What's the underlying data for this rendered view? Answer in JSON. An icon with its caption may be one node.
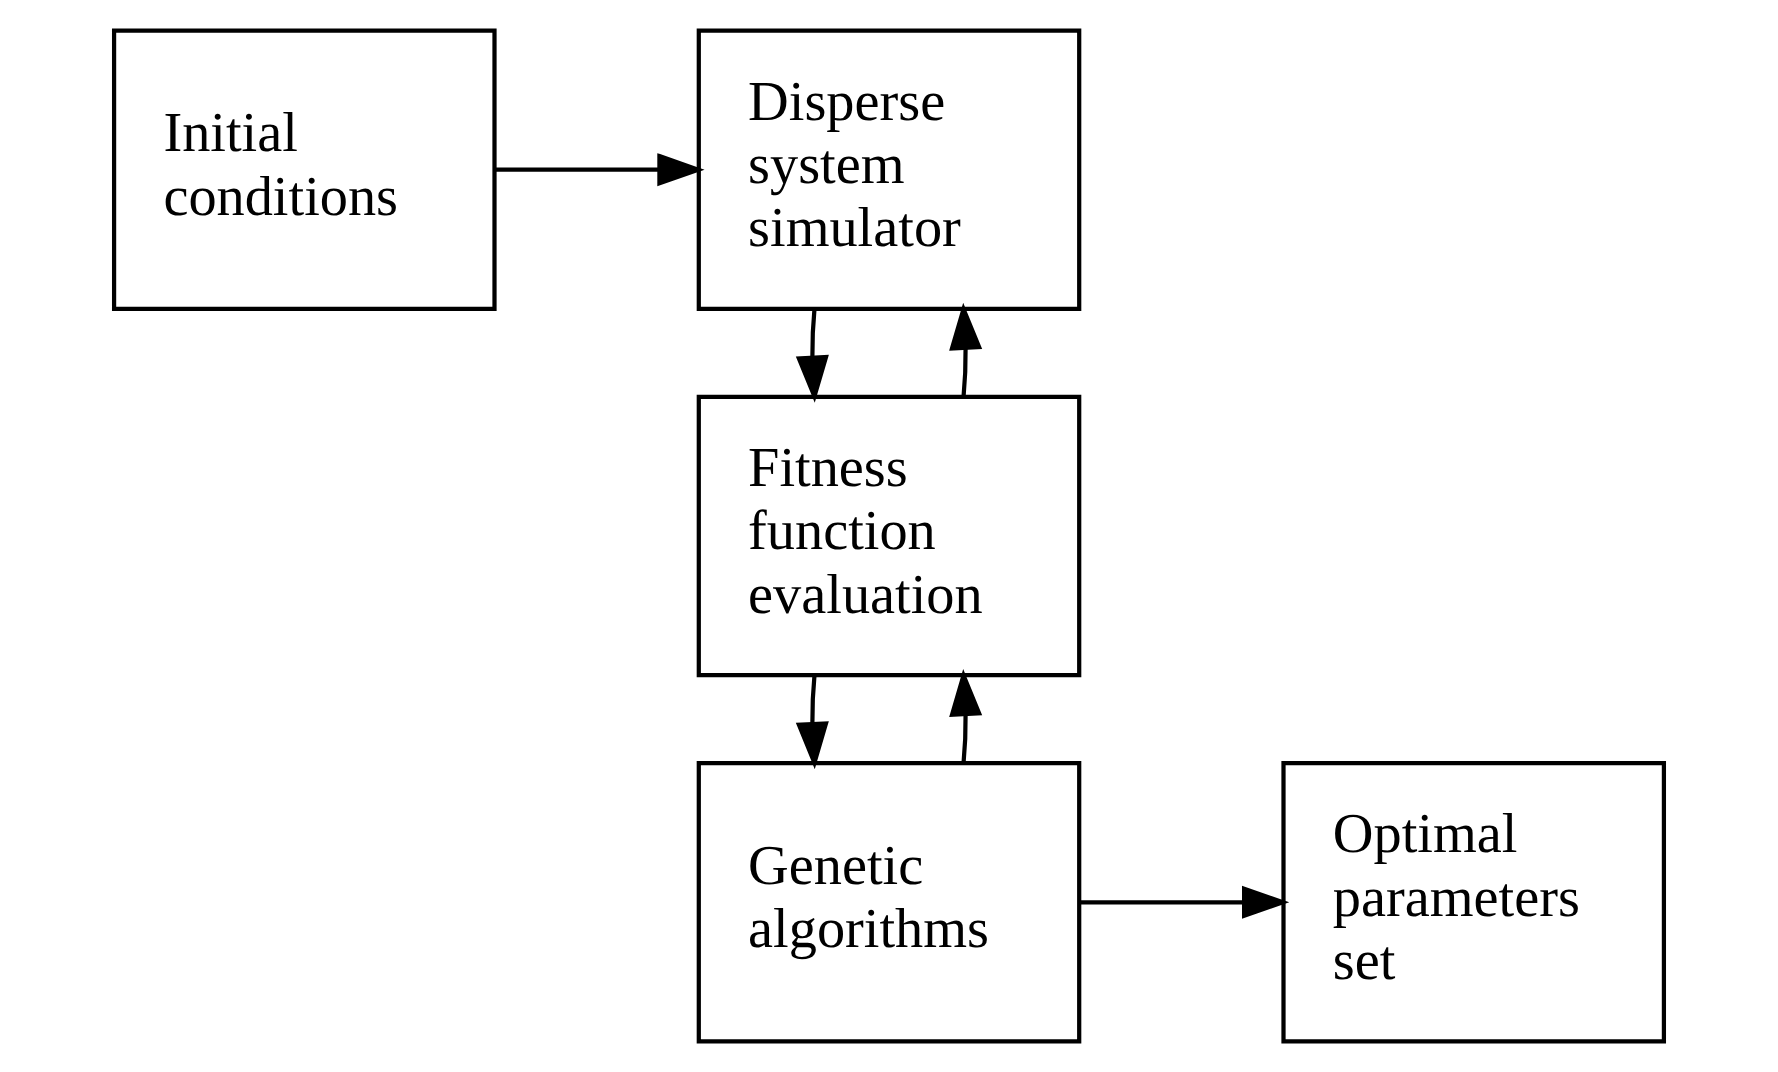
{
  "diagram": {
    "nodes": [
      {
        "text": [
          "Initial conditions"
        ]
      },
      {
        "text": [
          "Disperse system simulator"
        ]
      },
      {
        "text": [
          "Fitness function evaluation"
        ]
      },
      {
        "text": [
          "Genetic algorithms"
        ]
      },
      {
        "text": [
          "Optimal parameters set"
        ]
      }
    ],
    "edges": [
      {
        "from": 0,
        "to": 1,
        "arrow": "to"
      },
      {
        "from": 1,
        "to": 2,
        "arrow": "to"
      },
      {
        "from": 2,
        "to": 1,
        "arrow": "to"
      },
      {
        "from": 2,
        "to": 3,
        "arrow": "to"
      },
      {
        "from": 3,
        "to": 2,
        "arrow": "to"
      },
      {
        "from": 3,
        "to": 4,
        "arrow": "to"
      }
    ]
  }
}
